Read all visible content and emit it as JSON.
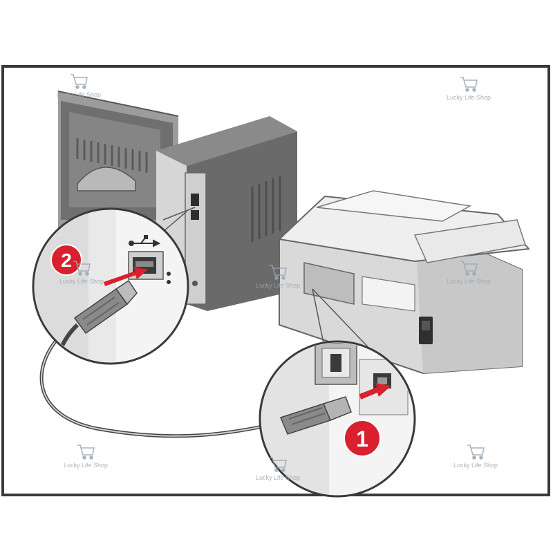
{
  "steps": [
    {
      "number": "1",
      "color": "#d8202e"
    },
    {
      "number": "2",
      "color": "#d8202e"
    }
  ],
  "watermark": {
    "text": "Lucky Life Shop",
    "icon": "shopping-cart-icon",
    "color": "#9aa7b3"
  },
  "usb_symbol": "usb-symbol-icon",
  "colors": {
    "frame": "#3a3a3a",
    "device_dark": "#6f6f6f",
    "device_mid": "#9a9a9a",
    "device_light": "#e6e6e6",
    "accent": "#d8202e"
  }
}
